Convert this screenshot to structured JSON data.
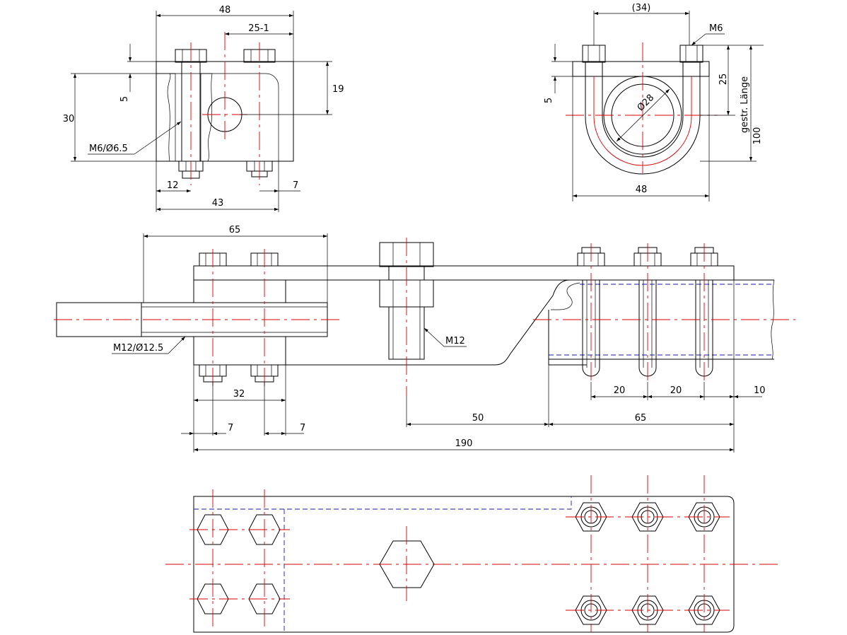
{
  "colors": {
    "outline": "#000000",
    "centerline": "#d40000",
    "hidden_line": "#1a1aa8",
    "background": "#ffffff"
  },
  "dims": {
    "tl_48": "48",
    "tl_25_1": "25-1",
    "tl_5": "5",
    "tl_19": "19",
    "tl_30": "30",
    "tl_m6_65": "M6/Ø6.5",
    "tl_12": "12",
    "tl_7": "7",
    "tl_43": "43",
    "tr_34": "(34)",
    "tr_m6": "M6",
    "tr_5": "5",
    "tr_25": "25",
    "tr_d28": "Ø28",
    "tr_gestr": "gestr. Länge",
    "tr_100": "100",
    "tr_48": "48",
    "m_65": "65",
    "m_m12": "M12",
    "m_m12_125": "M12/Ø12.5",
    "m_32": "32",
    "m_7a": "7",
    "m_7b": "7",
    "m_50": "50",
    "m_65b": "65",
    "m_20a": "20",
    "m_20b": "20",
    "m_10": "10",
    "m_190": "190"
  }
}
